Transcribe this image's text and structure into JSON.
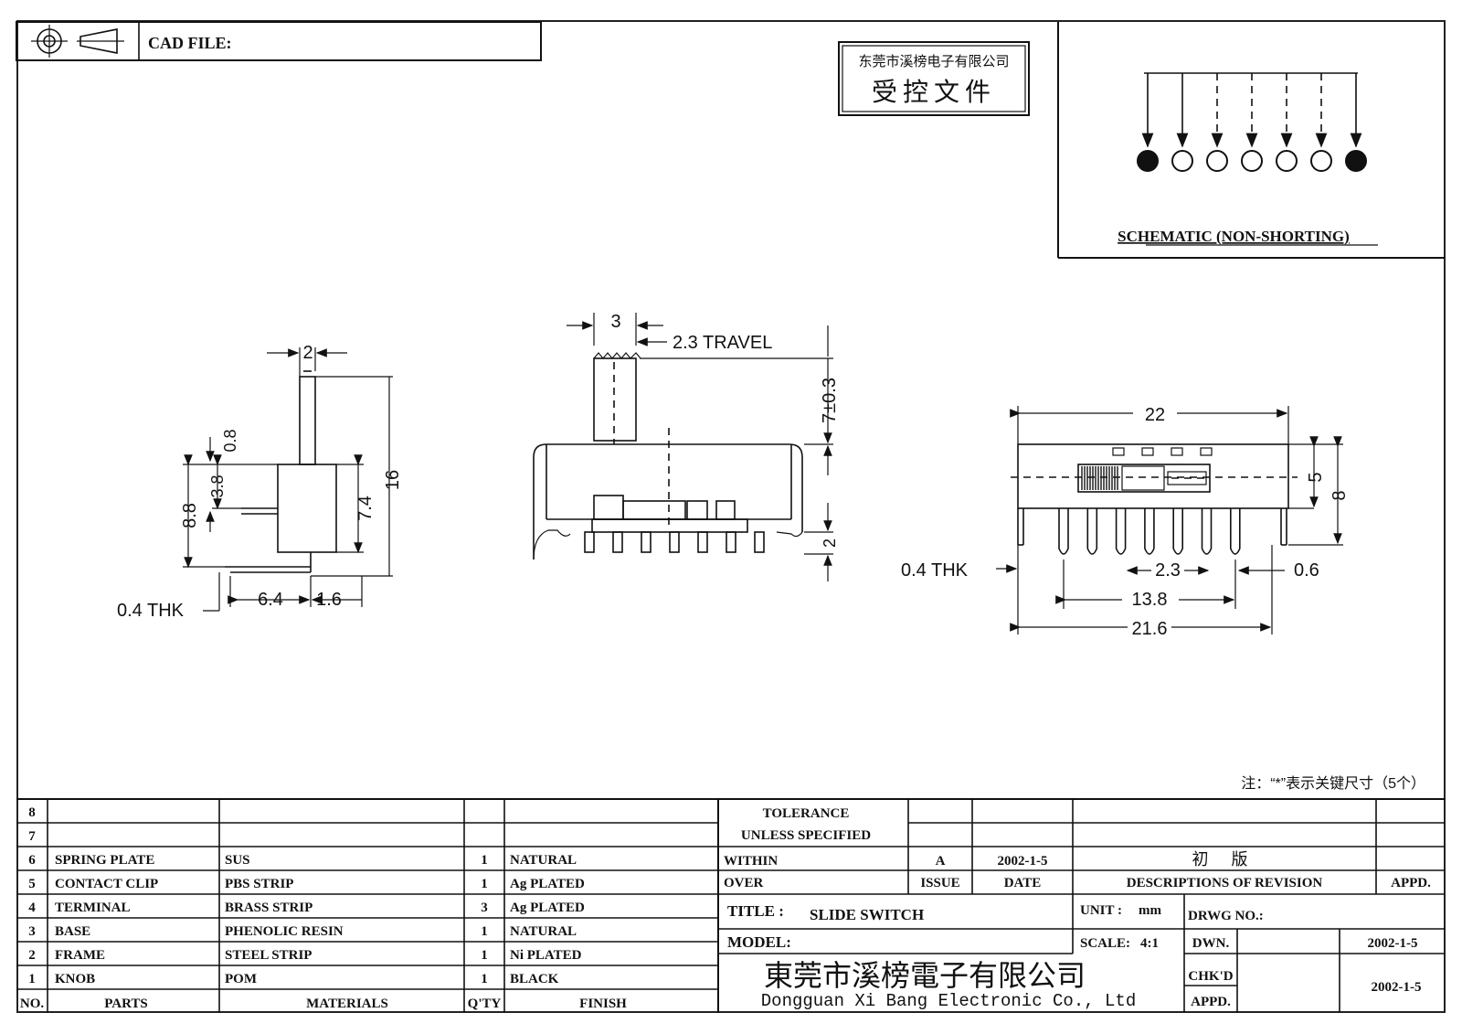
{
  "header": {
    "cad_file_label": "CAD FILE:",
    "company_cn_small": "东莞市溪榜电子有限公司",
    "controlled_doc": "受控文件"
  },
  "schematic": {
    "title": "SCHEMATIC (NON-SHORTING)",
    "pin_states": [
      "filled",
      "open",
      "open",
      "open",
      "open",
      "open",
      "filled"
    ]
  },
  "dimensions": {
    "side": {
      "d_2": "2",
      "d_0_8": "0.8",
      "d_3_8": "3.8",
      "d_8_8": "8.8",
      "d_7_4": "7.4",
      "d_16": "16",
      "thk": "0.4 THK",
      "d_6_4": "6.4",
      "d_1_6": "1.6"
    },
    "front": {
      "d_3": "3",
      "travel": "2.3 TRAVEL",
      "d_7": "7±0.3",
      "d_2": "2"
    },
    "top": {
      "d_22": "22",
      "d_5": "5",
      "d_8": "8",
      "thk": "0.4 THK",
      "d_2_3": "2.3",
      "d_0_6": "0.6",
      "d_13_8": "13.8",
      "d_21_6": "21.6"
    }
  },
  "note": "注：“*”表示关键尺寸（5个）",
  "parts_table": {
    "headers": [
      "NO.",
      "PARTS",
      "MATERIALS",
      "Q'TY",
      "FINISH"
    ],
    "rows": [
      {
        "no": "8",
        "part": "",
        "material": "",
        "qty": "",
        "finish": ""
      },
      {
        "no": "7",
        "part": "",
        "material": "",
        "qty": "",
        "finish": ""
      },
      {
        "no": "6",
        "part": "SPRING PLATE",
        "material": "SUS",
        "qty": "1",
        "finish": "NATURAL"
      },
      {
        "no": "5",
        "part": "CONTACT CLIP",
        "material": "PBS STRIP",
        "qty": "1",
        "finish": "Ag PLATED"
      },
      {
        "no": "4",
        "part": "TERMINAL",
        "material": "BRASS STRIP",
        "qty": "3",
        "finish": "Ag PLATED"
      },
      {
        "no": "3",
        "part": "BASE",
        "material": "PHENOLIC RESIN",
        "qty": "1",
        "finish": "NATURAL"
      },
      {
        "no": "2",
        "part": "FRAME",
        "material": "STEEL STRIP",
        "qty": "1",
        "finish": "Ni PLATED"
      },
      {
        "no": "1",
        "part": "KNOB",
        "material": "POM",
        "qty": "1",
        "finish": "BLACK"
      }
    ]
  },
  "title_block": {
    "tolerance_line1": "TOLERANCE",
    "tolerance_line2": "UNLESS  SPECIFIED",
    "within": "WITHIN",
    "over": "OVER",
    "issue_value": "A",
    "issue_date": "2002-1-5",
    "revision_desc": "初 版",
    "issue_label": "ISSUE",
    "date_label": "DATE",
    "desc_label": "DESCRIPTIONS OF REVISION",
    "appd_label": "APPD.",
    "title_label": "TITLE :",
    "title_value": "SLIDE SWITCH",
    "unit_label": "UNIT :",
    "unit_value": "mm",
    "drwg_no_label": "DRWG NO.:",
    "model_label": "MODEL:",
    "scale_label": "SCALE:",
    "scale_value": "4:1",
    "dwn_label": "DWN.",
    "dwn_date": "2002-1-5",
    "company_cn": "東莞市溪榜電子有限公司",
    "company_en": "Dongguan Xi Bang Electronic Co., Ltd",
    "chkd_label": "CHK'D",
    "chkd_date": "2002-1-5",
    "appd2_label": "APPD."
  }
}
